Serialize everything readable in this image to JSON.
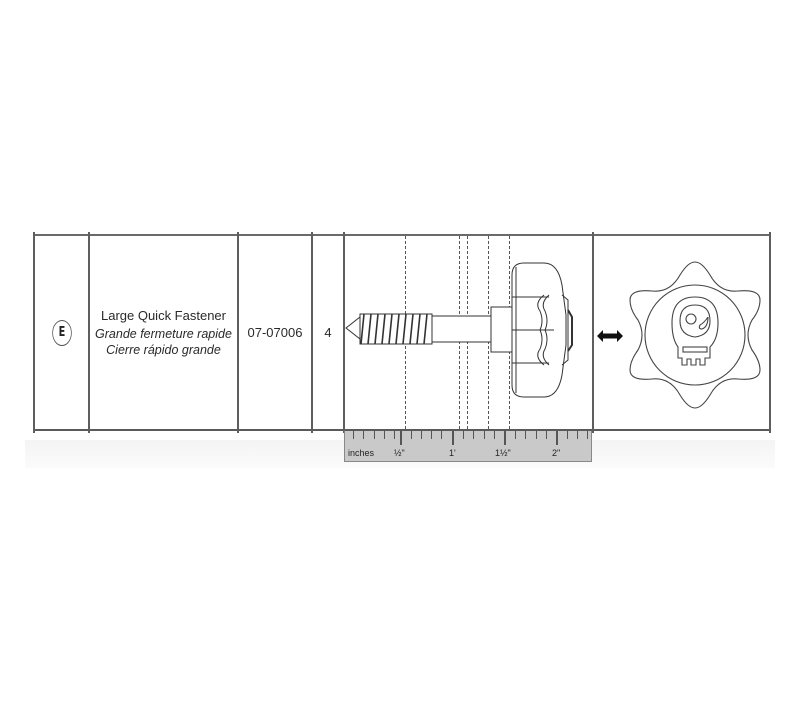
{
  "row": {
    "letter": "E",
    "name_en": "Large Quick Fastener",
    "name_fr": "Grande fermeture rapide",
    "name_es": "Cierre rápido grande",
    "part_number": "07-07006",
    "quantity": "4"
  },
  "ruler": {
    "unit_label": "inches",
    "labels": [
      "½\"",
      "1'",
      "1½\"",
      "2\""
    ]
  },
  "icons": {
    "rotate_indicator": "double-arrow-icon",
    "side_view": "fastener-side-view",
    "top_view": "star-knob-top-view"
  },
  "colors": {
    "line": "#5e5e5e",
    "ruler_fill": "#c9c9c9",
    "text": "#2a2a2a"
  }
}
